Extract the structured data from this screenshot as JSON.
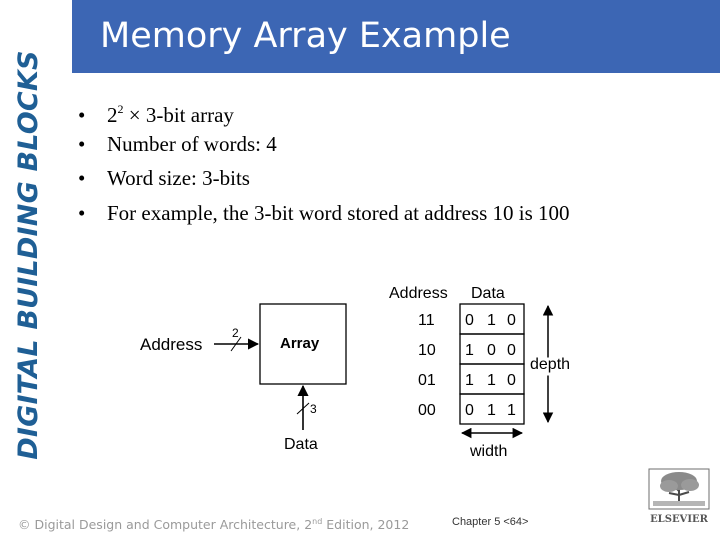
{
  "sidebar": {
    "title": "DIGITAL BUILDING BLOCKS"
  },
  "slide": {
    "title": "Memory Array Example",
    "bullets": [
      {
        "base": "2",
        "exp": "2",
        "rest": " × 3-bit array"
      },
      {
        "text": "Number of words: 4"
      },
      {
        "text": "Word size: 3-bits"
      },
      {
        "text": "For example, the 3-bit word stored at address 10 is 100"
      }
    ]
  },
  "block_diagram": {
    "address_label": "Address",
    "address_width": "2",
    "array_label": "Array",
    "data_width": "3",
    "data_label": "Data"
  },
  "memory_table": {
    "address_header": "Address",
    "data_header": "Data",
    "rows": [
      {
        "address": "11",
        "bits": [
          "0",
          "1",
          "0"
        ]
      },
      {
        "address": "10",
        "bits": [
          "1",
          "0",
          "0"
        ]
      },
      {
        "address": "01",
        "bits": [
          "1",
          "1",
          "0"
        ]
      },
      {
        "address": "00",
        "bits": [
          "0",
          "1",
          "1"
        ]
      }
    ],
    "depth_label": "depth",
    "width_label": "width"
  },
  "footer": {
    "copyright_prefix": "© Digital Design and Computer Architecture, 2",
    "copyright_sup": "nd",
    "copyright_suffix": " Edition, 2012",
    "page": "Chapter 5 <64>",
    "publisher": "ELSEVIER"
  },
  "colors": {
    "title_bar": "#3c66b4",
    "side_title": "#1f5f95",
    "footer_gray": "#9a9a9a"
  }
}
